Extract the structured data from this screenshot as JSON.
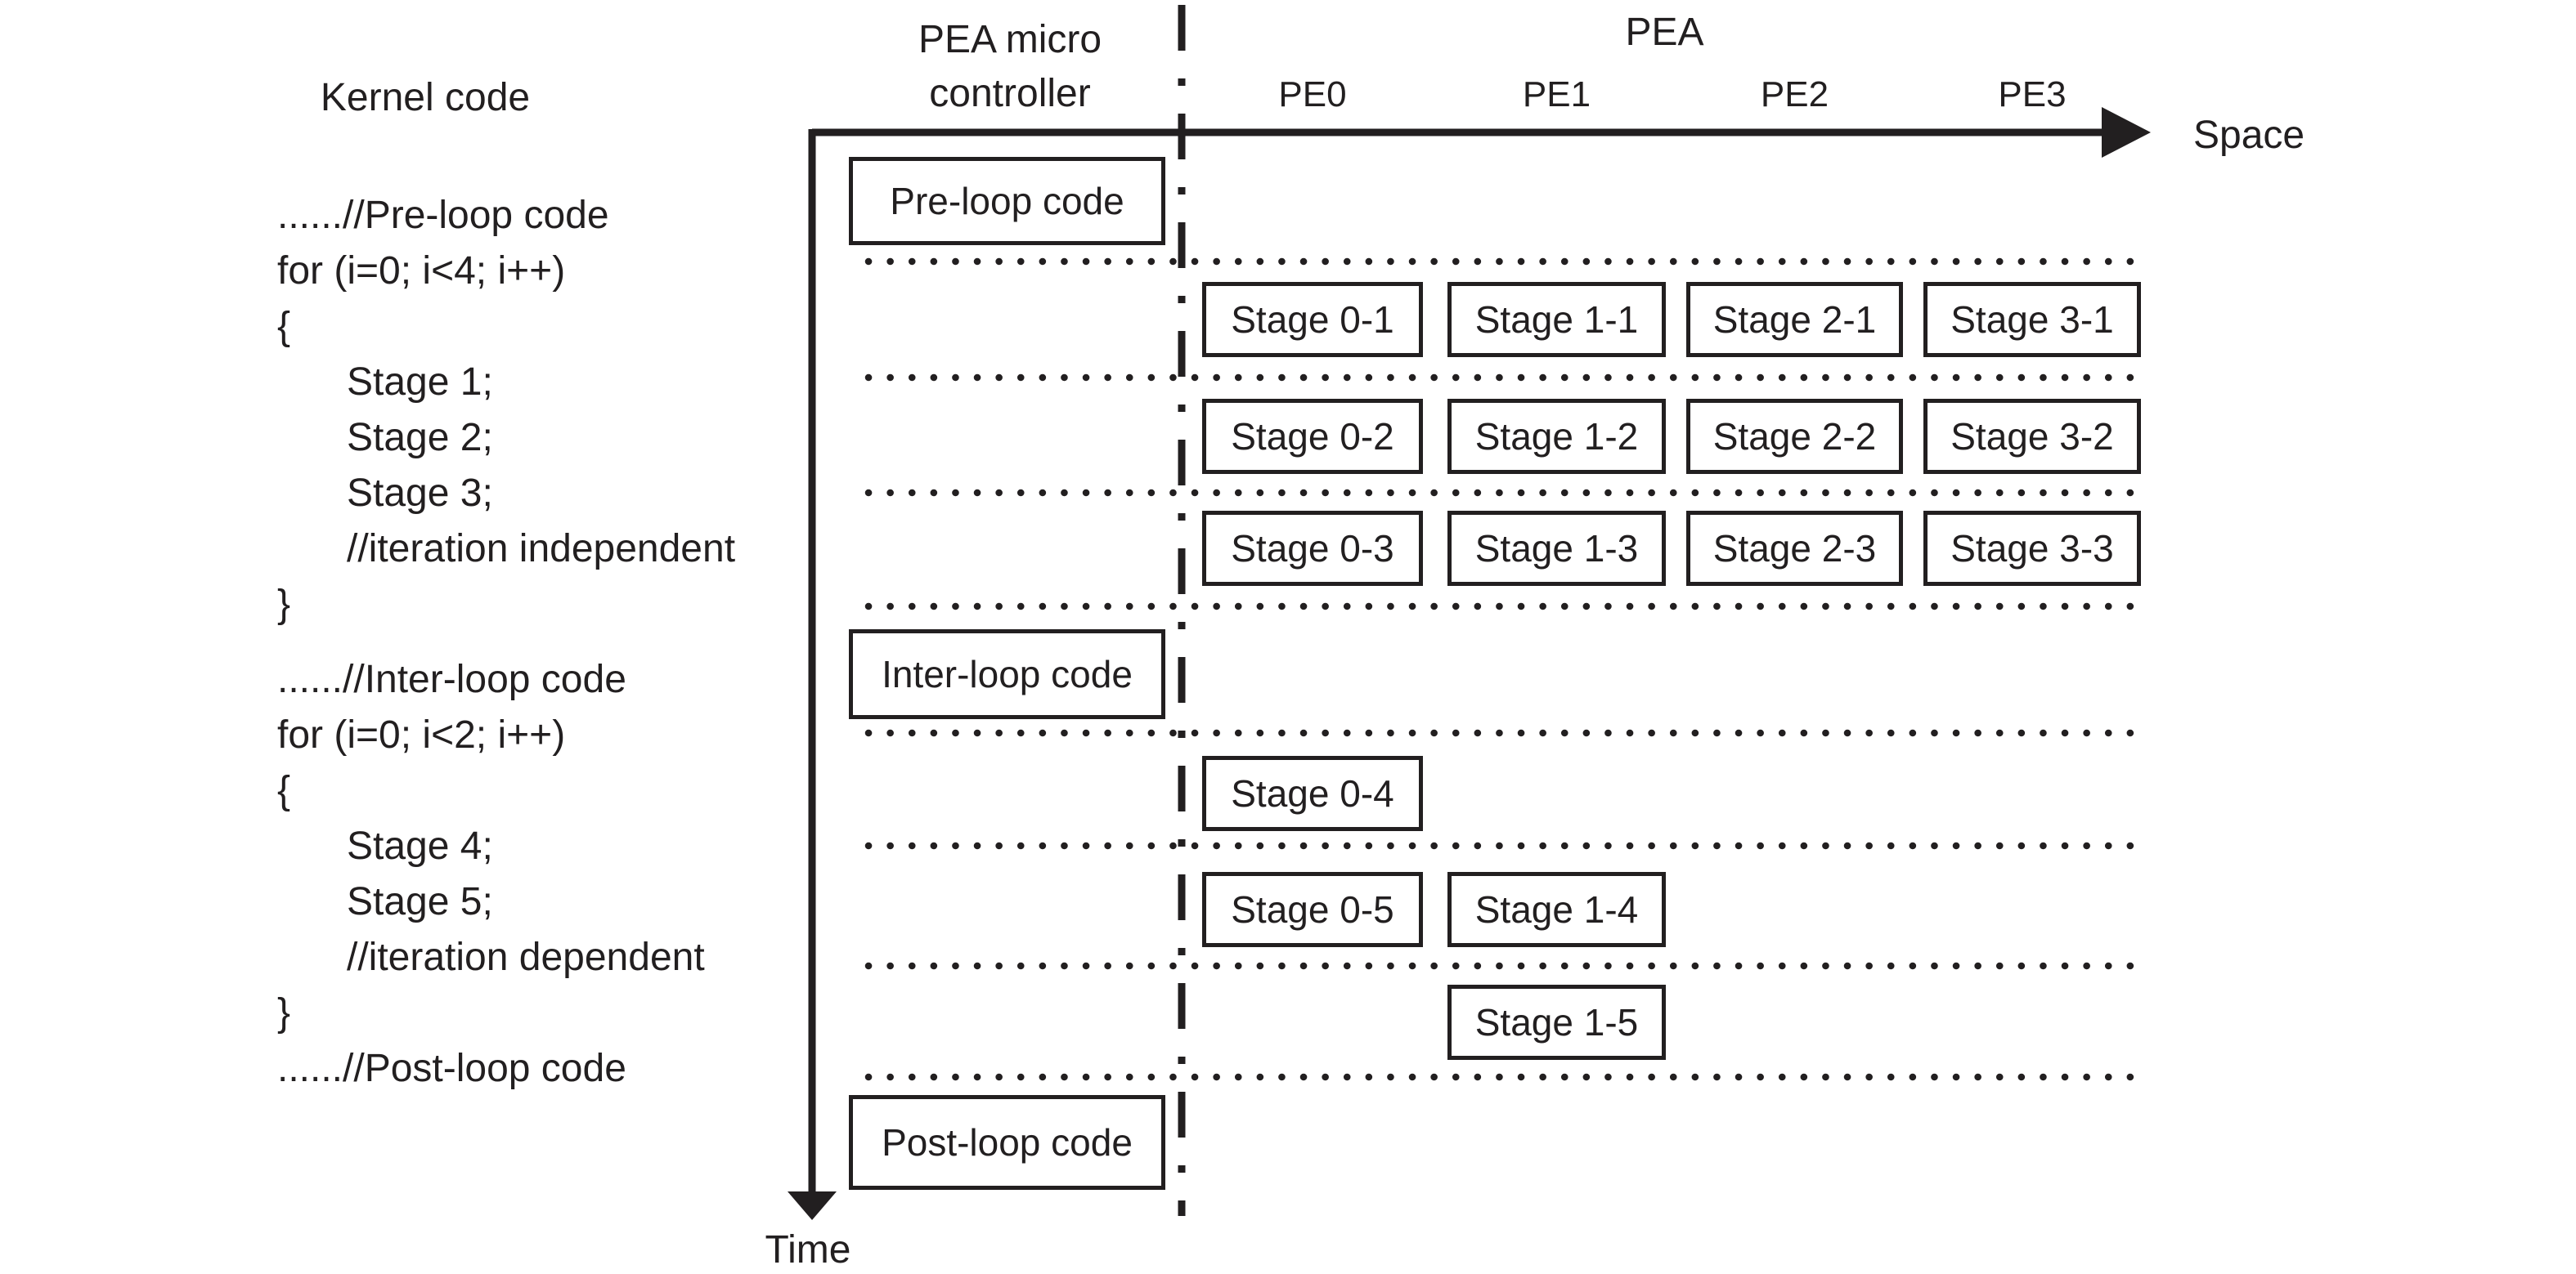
{
  "colors": {
    "ink": "#221f20",
    "background": "#ffffff"
  },
  "axes": {
    "space_label": "Space",
    "time_label": "Time"
  },
  "kernel": {
    "title": "Kernel code",
    "block1": [
      {
        "text": "......//Pre-loop code",
        "indent": 0
      },
      {
        "text": "for (i=0; i<4; i++)",
        "indent": 0
      },
      {
        "text": "{",
        "indent": 0
      },
      {
        "text": "Stage 1;",
        "indent": 1
      },
      {
        "text": "Stage 2;",
        "indent": 1
      },
      {
        "text": "Stage 3;",
        "indent": 1
      },
      {
        "text": "//iteration independent",
        "indent": 1
      },
      {
        "text": "}",
        "indent": 0
      }
    ],
    "block2": [
      {
        "text": "......//Inter-loop code",
        "indent": 0
      },
      {
        "text": "for (i=0; i<2; i++)",
        "indent": 0
      },
      {
        "text": "{",
        "indent": 0
      },
      {
        "text": "Stage 4;",
        "indent": 1
      },
      {
        "text": "Stage 5;",
        "indent": 1
      },
      {
        "text": "//iteration dependent",
        "indent": 1
      },
      {
        "text": "}",
        "indent": 0
      },
      {
        "text": "......//Post-loop code",
        "indent": 0
      }
    ]
  },
  "controller": {
    "header_line1": "PEA micro",
    "header_line2": "controller",
    "boxes": [
      {
        "label": "Pre-loop code",
        "slot": "pre"
      },
      {
        "label": "Inter-loop code",
        "slot": "inter"
      },
      {
        "label": "Post-loop code",
        "slot": "post"
      }
    ]
  },
  "pea": {
    "header": "PEA",
    "pe_labels": [
      "PE0",
      "PE1",
      "PE2",
      "PE3"
    ],
    "stages": [
      {
        "label": "Stage 0-1",
        "pe": 0,
        "row": 0
      },
      {
        "label": "Stage 1-1",
        "pe": 1,
        "row": 0
      },
      {
        "label": "Stage 2-1",
        "pe": 2,
        "row": 0
      },
      {
        "label": "Stage 3-1",
        "pe": 3,
        "row": 0
      },
      {
        "label": "Stage 0-2",
        "pe": 0,
        "row": 1
      },
      {
        "label": "Stage 1-2",
        "pe": 1,
        "row": 1
      },
      {
        "label": "Stage 2-2",
        "pe": 2,
        "row": 1
      },
      {
        "label": "Stage 3-2",
        "pe": 3,
        "row": 1
      },
      {
        "label": "Stage 0-3",
        "pe": 0,
        "row": 2
      },
      {
        "label": "Stage 1-3",
        "pe": 1,
        "row": 2
      },
      {
        "label": "Stage 2-3",
        "pe": 2,
        "row": 2
      },
      {
        "label": "Stage 3-3",
        "pe": 3,
        "row": 2
      },
      {
        "label": "Stage 0-4",
        "pe": 0,
        "row": 3
      },
      {
        "label": "Stage 0-5",
        "pe": 0,
        "row": 4
      },
      {
        "label": "Stage 1-4",
        "pe": 1,
        "row": 4
      },
      {
        "label": "Stage 1-5",
        "pe": 1,
        "row": 5
      }
    ]
  }
}
